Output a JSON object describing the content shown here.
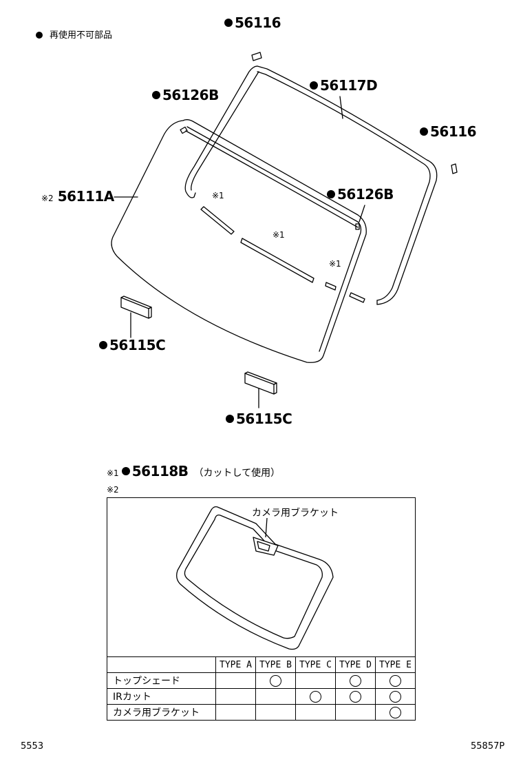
{
  "legend": {
    "bullet_text": "再使用不可部品"
  },
  "parts": {
    "p56116_top": "56116",
    "p56117D": "56117D",
    "p56126B_left": "56126B",
    "p56116_right": "56116",
    "p56111A": "56111A",
    "p56126B_right": "56126B",
    "p56115C_left": "56115C",
    "p56115C_bottom": "56115C"
  },
  "marks": {
    "m2_prefix": "※2",
    "m1_a": "※1",
    "m1_b": "※1",
    "m1_c": "※1"
  },
  "note1": {
    "mark": "※1",
    "part": "56118B",
    "text": "（カットして使用）"
  },
  "note2": {
    "mark": "※2"
  },
  "inset": {
    "label": "カメラ用ブラケット"
  },
  "table": {
    "columns": [
      "TYPE A",
      "TYPE B",
      "TYPE C",
      "TYPE D",
      "TYPE E"
    ],
    "rows": [
      {
        "label": "トップシェード",
        "marks": [
          false,
          true,
          false,
          true,
          true
        ]
      },
      {
        "label": "IRカット",
        "marks": [
          false,
          false,
          true,
          true,
          true
        ]
      },
      {
        "label": "カメラ用ブラケット",
        "marks": [
          false,
          false,
          false,
          false,
          true
        ]
      }
    ]
  },
  "footer": {
    "left": "5553",
    "right": "55857P"
  }
}
